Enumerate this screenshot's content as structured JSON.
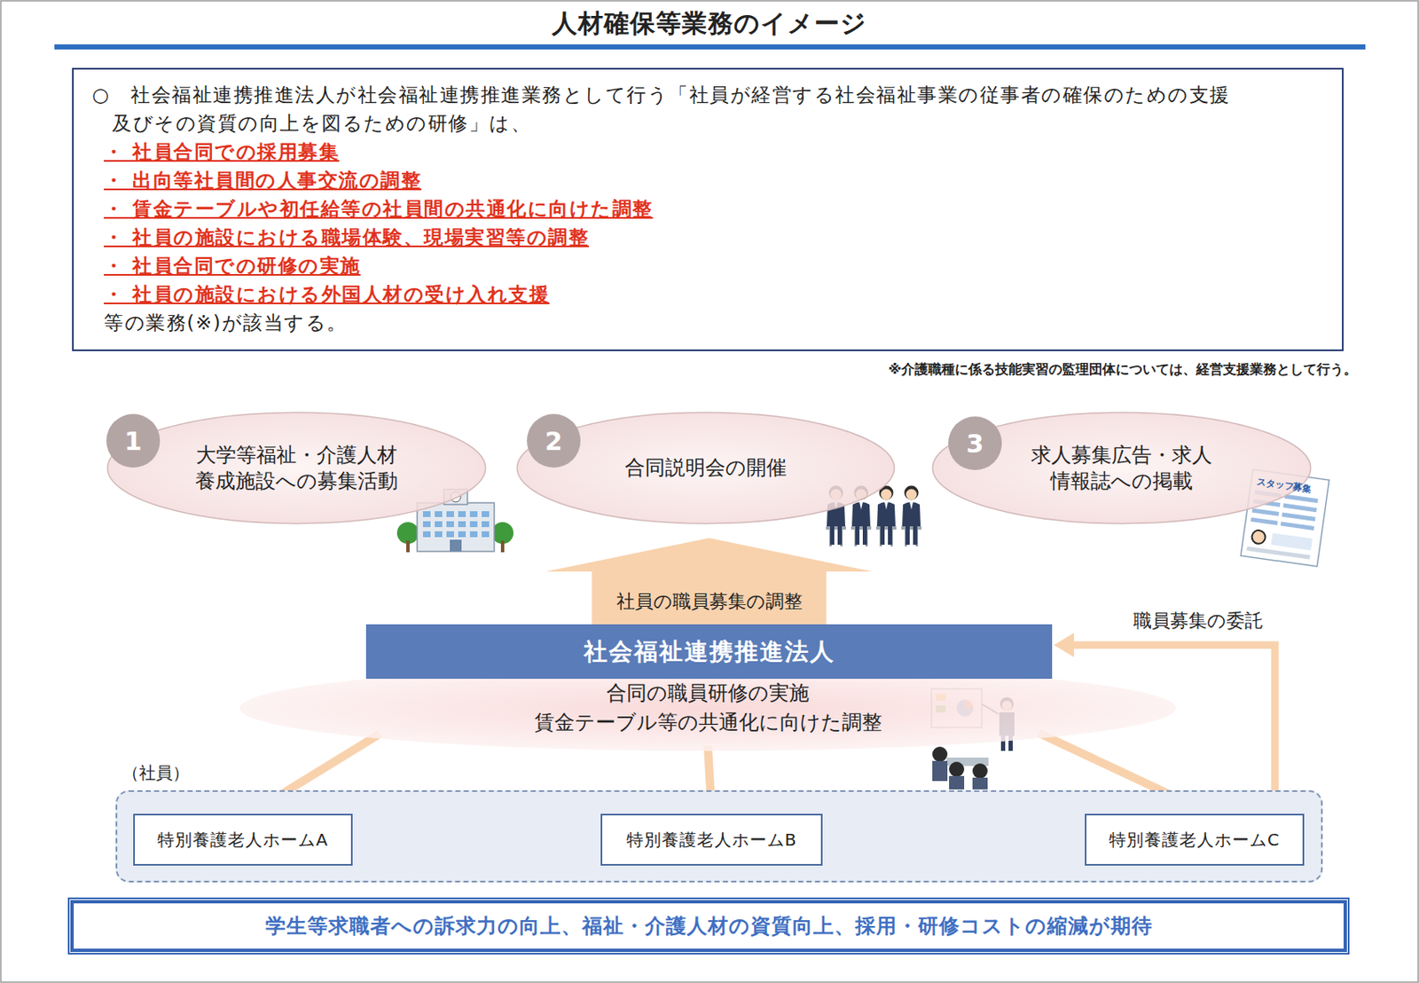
{
  "diagram": {
    "title": "人材確保等業務のイメージ",
    "nodes": [
      {
        "text": [
          "○　社会福祉連携推進法人が社会福祉連携推進業務として行う「社員が経営する社会福祉事業の従事者の確保のための支援 及びその資質の向上を図るための研修」は、",
          "・ 社員合同での採用募集",
          "・ 出向等社員間の人事交流の調整",
          "・ 賃金テーブルや初任給等の社員間の共通化に向けた調整",
          "・ 社員の施設における職場体験、現場実習等の調整",
          "・ 社員合同での研修の実施",
          "・ 社員の施設における外国人材の受け入れ支援",
          "等の業務(※)が該当する。"
        ]
      },
      {
        "text": [
          "大学等福祉・介護人材 養成施設への募集活動"
        ]
      },
      {
        "text": [
          "1"
        ],
        "in": 1
      },
      {
        "text": [
          "合同説明会の開催"
        ]
      },
      {
        "text": [
          "2"
        ],
        "in": 3
      },
      {
        "text": [
          "求人募集広告・求人 情報誌への掲載"
        ]
      },
      {
        "text": [
          "3"
        ],
        "in": 5
      },
      {
        "text": [
          "社会福祉連携推進法人"
        ]
      },
      {
        "text": [
          "合同の職員研修の実施 賃金テーブル等の共通化に向けた調整"
        ]
      },
      {
        "text": [
          "（社員）"
        ]
      },
      {
        "text": [
          "特別養護老人ホームA"
        ],
        "in": 9
      },
      {
        "text": [
          "特別養護老人ホームB"
        ],
        "in": 9
      },
      {
        "text": [
          "特別養護老人ホームC"
        ],
        "in": 9
      },
      {
        "text": [
          "学生等求職者への訴求力の向上、福祉・介護人材の資質向上、採用・研修コストの縮減が期待"
        ]
      }
    ],
    "edges": [
      {
        "from": 7,
        "to": 3,
        "arrow": "to",
        "label": "社員の職員募集の調整"
      },
      {
        "from": 8,
        "to": 10,
        "arrow": "to"
      },
      {
        "from": 8,
        "to": 11,
        "arrow": "to"
      },
      {
        "from": 8,
        "to": 12,
        "arrow": "to"
      },
      {
        "from": 12,
        "to": 7,
        "arrow": "to",
        "label": "職員募集の委託"
      }
    ],
    "labels": [
      "※介護職種に係る技能実習の監理団体については、経営支援業務として行う。",
      "スタッフ募集"
    ]
  }
}
